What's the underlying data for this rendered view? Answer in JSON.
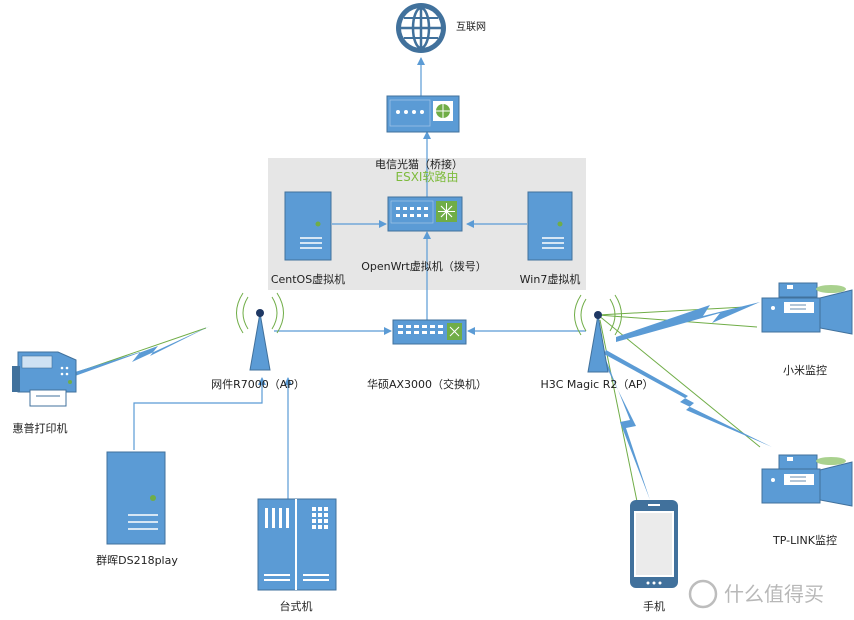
{
  "nodes": {
    "internet": "互联网",
    "modem": "电信光猫（桥接）",
    "esxi": "ESXI软路由",
    "centos": "CentOS虚拟机",
    "openwrt": "OpenWrt虚拟机（拨号）",
    "win7": "Win7虚拟机",
    "r7000": "网件R7000（AP）",
    "switch": "华硕AX3000（交换机）",
    "h3c": "H3C Magic R2（AP）",
    "printer": "惠普打印机",
    "nas": "群晖DS218play",
    "desktop": "台式机",
    "phone": "手机",
    "xiaomi_cam": "小米监控",
    "tplink_cam": "TP-LINK监控"
  },
  "watermark": "什么值得买",
  "colors": {
    "device_blue": "#5b9bd5",
    "device_dark": "#41719c",
    "esxi_box": "#e6e6e6",
    "wireless_green": "#70ad47",
    "link_blue": "#5b9bd5"
  }
}
